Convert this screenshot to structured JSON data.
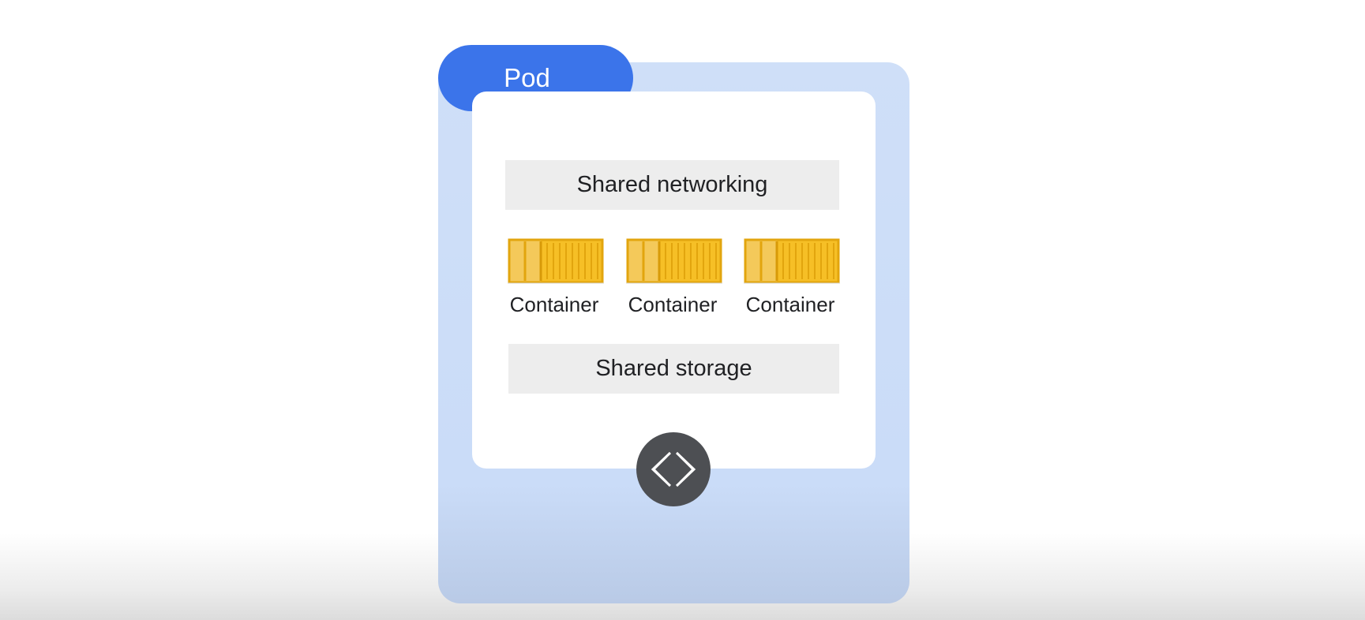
{
  "pod": {
    "label": "Pod",
    "colors": {
      "tab": "#3b74ea",
      "frame": "#cadcf8",
      "inner": "#ffffff"
    }
  },
  "shared_networking": {
    "label": "Shared networking"
  },
  "containers": [
    {
      "label": "Container",
      "icon": "shipping-container-icon",
      "color": "#f6bf26"
    },
    {
      "label": "Container",
      "icon": "shipping-container-icon",
      "color": "#f6bf26"
    },
    {
      "label": "Container",
      "icon": "shipping-container-icon",
      "color": "#f6bf26"
    }
  ],
  "shared_storage": {
    "label": "Shared storage"
  },
  "code_button": {
    "icon": "code-brackets-icon",
    "color": "#4d4f53"
  }
}
